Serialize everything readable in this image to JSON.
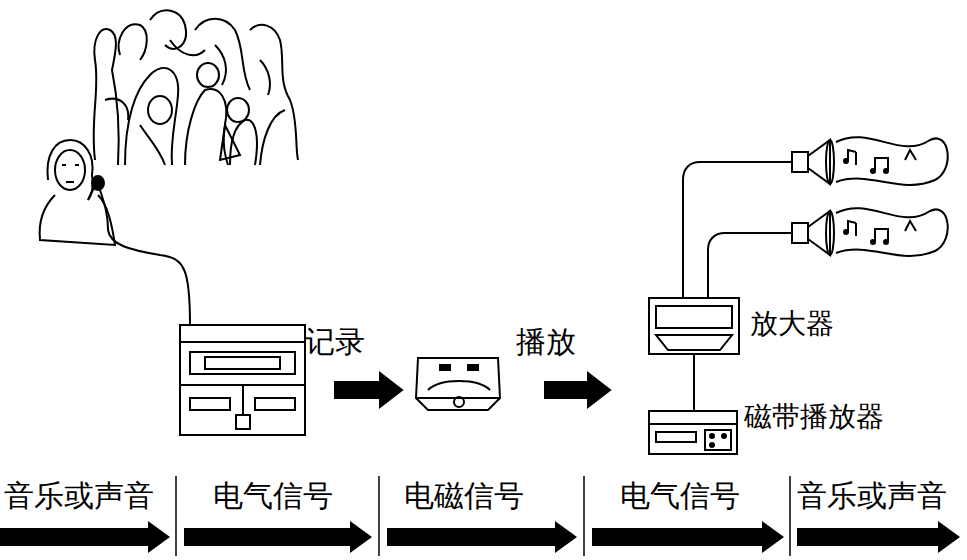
{
  "diagram": {
    "nodes": [
      {
        "text": [
          "放大器"
        ]
      },
      {
        "text": [
          "磁带播放器"
        ]
      }
    ],
    "edges": [
      {
        "from": 1,
        "to": 0,
        "arrow": "none"
      }
    ],
    "labels": [
      "记录",
      "播放",
      "音乐或声音",
      "电气信号",
      "电磁信号",
      "电气信号",
      "音乐或声音"
    ]
  }
}
